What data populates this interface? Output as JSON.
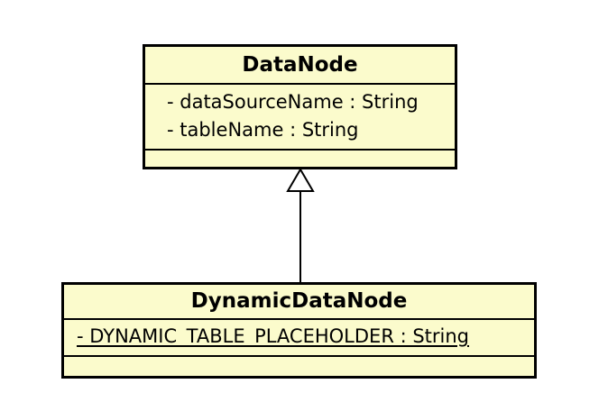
{
  "diagram": {
    "type": "uml-class-diagram",
    "background_color": "#ffffff",
    "node_fill_color": "#fbfbcc",
    "node_border_color": "#000000",
    "classes": [
      {
        "name": "DataNode",
        "attributes": [
          {
            "text": "- dataSourceName : String",
            "visibility": "private",
            "static": false
          },
          {
            "text": "- tableName : String",
            "visibility": "private",
            "static": false
          }
        ],
        "methods": []
      },
      {
        "name": "DynamicDataNode",
        "attributes": [
          {
            "text": "- DYNAMIC_TABLE_PLACEHOLDER : String",
            "visibility": "private",
            "static": true
          }
        ],
        "methods": []
      }
    ],
    "relationships": [
      {
        "type": "generalization",
        "from": "DynamicDataNode",
        "to": "DataNode"
      }
    ]
  }
}
